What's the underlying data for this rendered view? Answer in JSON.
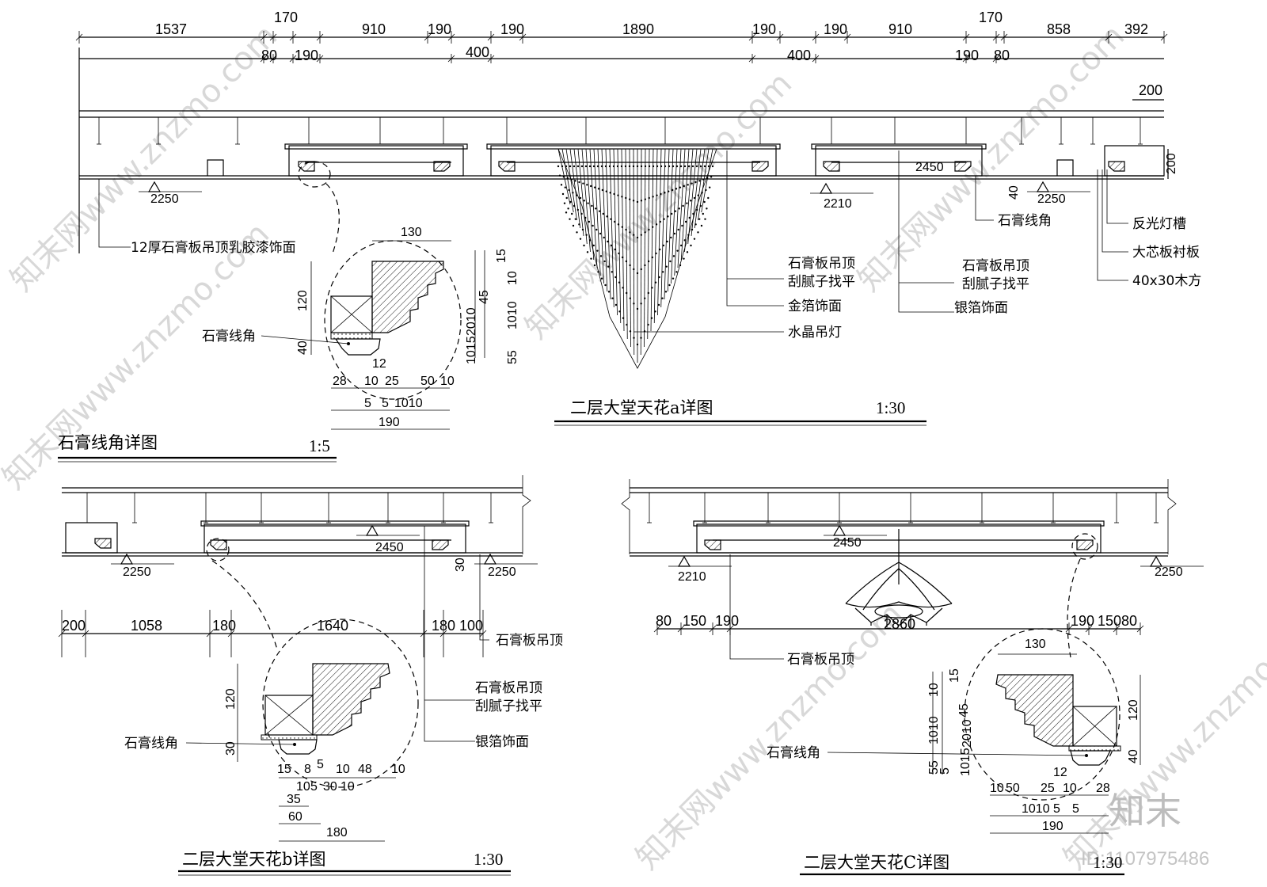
{
  "watermark": {
    "text": "知末网www.znzmo.com",
    "logo": "知末",
    "id": "ID:1107975486"
  },
  "section_a": {
    "title": "二层大堂天花a详图",
    "scale": "1:30",
    "dims_top": [
      "1537",
      "170",
      "910",
      "190",
      "190",
      "1890",
      "190",
      "190",
      "910",
      "170",
      "858",
      "392"
    ],
    "dims_mid": [
      "80",
      "190",
      "400",
      "400",
      "190",
      "80"
    ],
    "dim_200_right": "200",
    "dim_200_vert": "200",
    "dim_40": "40",
    "levels": [
      "2250",
      "2450",
      "2210",
      "2250"
    ],
    "labels": {
      "gypsum_ceiling": "12厚石膏板吊顶乳胶漆饰面",
      "gypsum_board_1": "石膏板吊顶",
      "putty_1": "刮腻子找平",
      "gold_foil": "金箔饰面",
      "chandelier": "水晶吊灯",
      "gypsum_board_2": "石膏板吊顶",
      "putty_2": "刮腻子找平",
      "silver_foil": "银箔饰面",
      "cornice": "石膏线角",
      "light_slot": "反光灯槽",
      "blockboard": "大芯板衬板",
      "timber": "40x30木方"
    }
  },
  "detail_cornice": {
    "title": "石膏线角详图",
    "scale": "1:5",
    "label": "石膏线角",
    "dims": [
      "130",
      "120",
      "40",
      "15",
      "10",
      "45",
      "2010",
      "1010",
      "1015",
      "55",
      "5",
      "12",
      "28",
      "10",
      "25",
      "50",
      "10",
      "5",
      "5",
      "1010",
      "190"
    ]
  },
  "section_b": {
    "title": "二层大堂天花b详图",
    "scale": "1:30",
    "dims": [
      "200",
      "1058",
      "180",
      "1640",
      "180",
      "100"
    ],
    "levels": [
      "2250",
      "2450",
      "2250"
    ],
    "dim_30": "30",
    "labels": {
      "gypsum_board": "石膏板吊顶",
      "gypsum_board_2": "石膏板吊顶",
      "putty": "刮腻子找平",
      "silver_foil": "银箔饰面",
      "cornice": "石膏线角"
    },
    "detail_dims": [
      "120",
      "30",
      "15",
      "8",
      "5",
      "10",
      "48",
      "10",
      "10",
      "5",
      "30",
      "10",
      "35",
      "60",
      "180"
    ]
  },
  "section_c": {
    "title": "二层大堂天花C详图",
    "scale": "1:30",
    "dims": [
      "80",
      "150",
      "190",
      "2860",
      "190",
      "150",
      "80"
    ],
    "levels": [
      "2210",
      "2450",
      "2250"
    ],
    "labels": {
      "gypsum_board": "石膏板吊顶",
      "cornice": "石膏线角"
    },
    "detail_dims": [
      "130",
      "15",
      "10",
      "45",
      "2010",
      "1010",
      "1015",
      "55",
      "5",
      "120",
      "40",
      "12",
      "10",
      "50",
      "25",
      "10",
      "28",
      "1010",
      "5",
      "5",
      "190"
    ]
  }
}
